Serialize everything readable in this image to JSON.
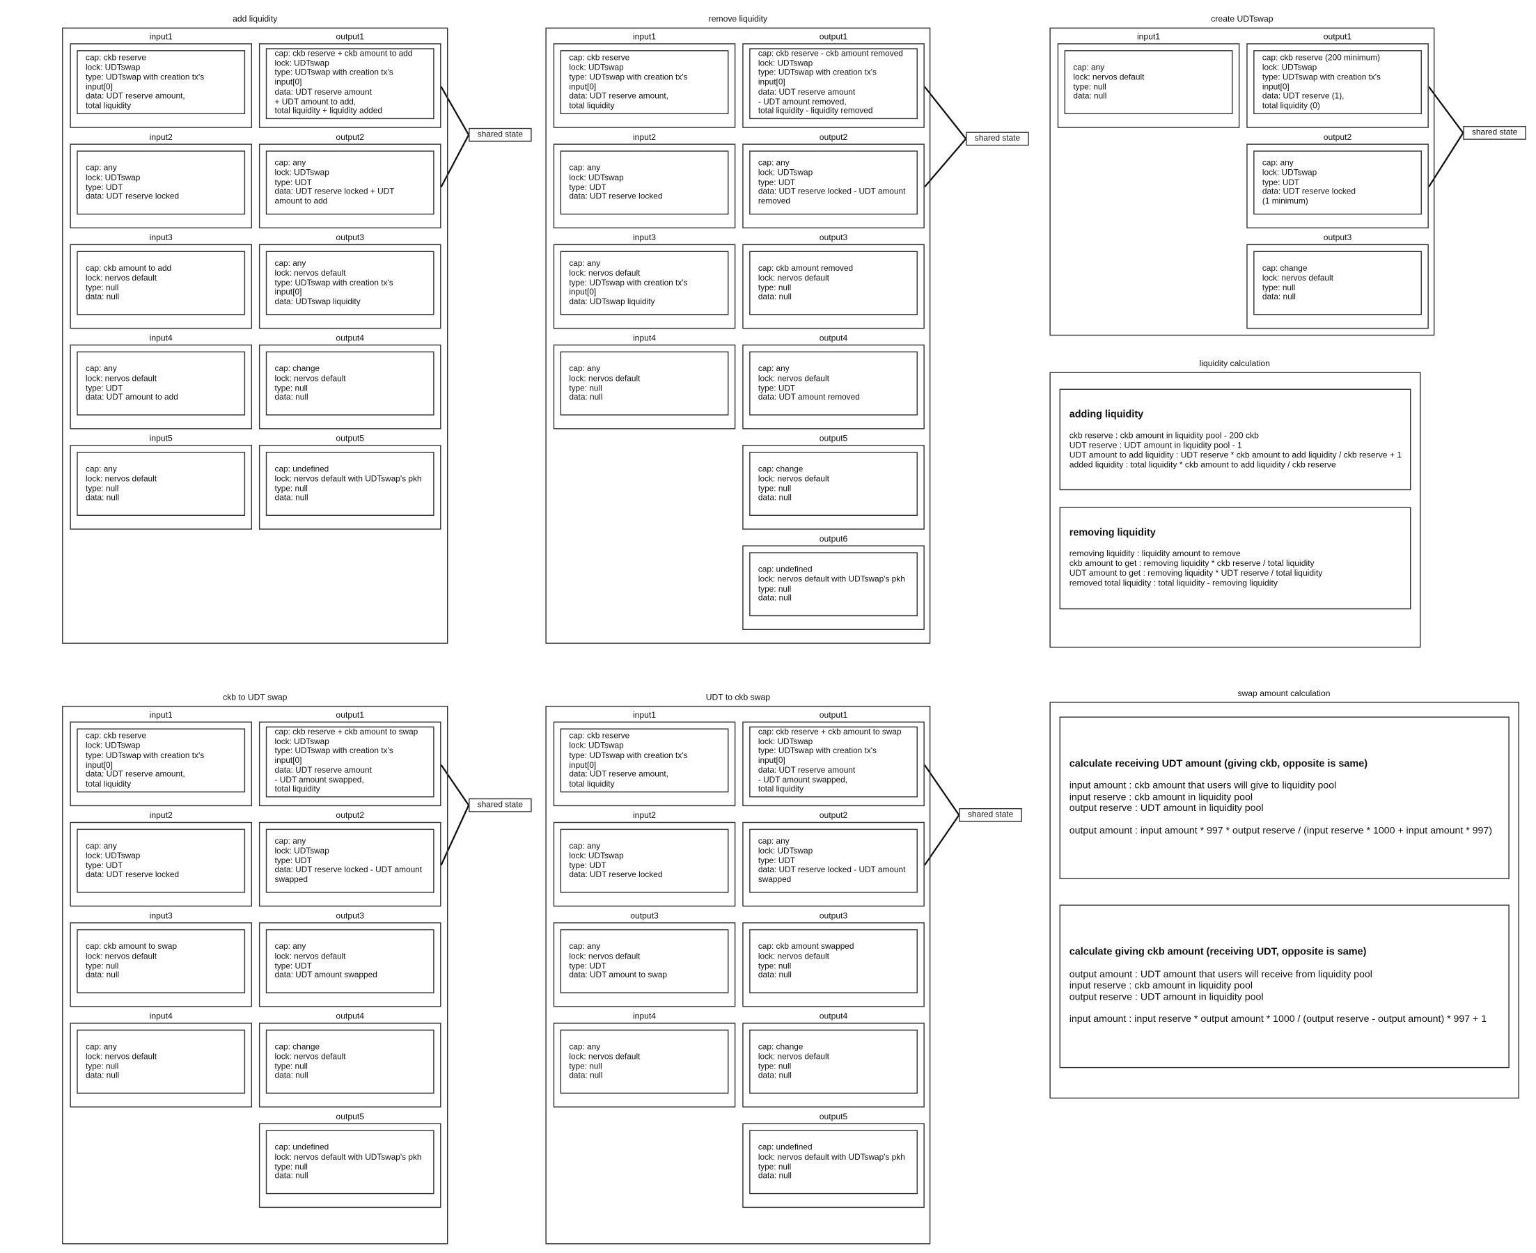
{
  "shared_state_label": "shared state",
  "panels": {
    "add": {
      "title": "add liquidity",
      "inputs": [
        {
          "label": "input1",
          "lines": [
            "cap: ckb reserve",
            "lock: UDTswap",
            "type: UDTswap with creation tx's",
            "input[0]",
            "data: UDT reserve amount,",
            "total liquidity"
          ]
        },
        {
          "label": "input2",
          "lines": [
            "cap: any",
            "lock: UDTswap",
            "type: UDT",
            "data: UDT reserve locked"
          ]
        },
        {
          "label": "input3",
          "lines": [
            "cap: ckb amount to add",
            "lock: nervos default",
            "type: null",
            "data: null"
          ]
        },
        {
          "label": "input4",
          "lines": [
            "cap: any",
            "lock: nervos default",
            "type: UDT",
            "data: UDT amount to add"
          ]
        },
        {
          "label": "input5",
          "lines": [
            "cap: any",
            "lock: nervos default",
            "type: null",
            "data: null"
          ]
        }
      ],
      "outputs": [
        {
          "label": "output1",
          "lines": [
            "cap: ckb reserve + ckb amount to add",
            "lock: UDTswap",
            "type: UDTswap with creation tx's",
            "input[0]",
            "data: UDT reserve amount",
            "+ UDT amount to add,",
            "total liquidity + liquidity added"
          ]
        },
        {
          "label": "output2",
          "lines": [
            "cap: any",
            "lock: UDTswap",
            "type: UDT",
            "data: UDT reserve locked + UDT",
            "amount to add"
          ]
        },
        {
          "label": "output3",
          "lines": [
            "cap: any",
            "lock: nervos default",
            "type: UDTswap with creation tx's",
            "input[0]",
            "data: UDTswap liquidity"
          ]
        },
        {
          "label": "output4",
          "lines": [
            "cap: change",
            "lock: nervos default",
            "type: null",
            "data: null"
          ]
        },
        {
          "label": "output5",
          "lines": [
            "cap: undefined",
            "lock: nervos default with UDTswap's pkh",
            "type: null",
            "data: null"
          ]
        }
      ]
    },
    "remove": {
      "title": "remove liquidity",
      "inputs": [
        {
          "label": "input1",
          "lines": [
            "cap: ckb reserve",
            "lock: UDTswap",
            "type: UDTswap with creation tx's",
            "input[0]",
            "data: UDT reserve amount,",
            "total liquidity"
          ]
        },
        {
          "label": "input2",
          "lines": [
            "cap: any",
            "lock: UDTswap",
            "type: UDT",
            "data: UDT reserve locked"
          ]
        },
        {
          "label": "input3",
          "lines": [
            "cap: any",
            "lock: nervos default",
            "type: UDTswap with creation tx's",
            "input[0]",
            "data: UDTswap liquidity"
          ]
        },
        {
          "label": "input4",
          "lines": [
            "cap: any",
            "lock: nervos default",
            "type: null",
            "data: null"
          ]
        }
      ],
      "outputs": [
        {
          "label": "output1",
          "lines": [
            "cap: ckb reserve - ckb amount removed",
            "lock: UDTswap",
            "type: UDTswap with creation tx's",
            "input[0]",
            "data: UDT reserve amount",
            "- UDT amount removed,",
            "total liquidity - liquidity removed"
          ]
        },
        {
          "label": "output2",
          "lines": [
            "cap: any",
            "lock: UDTswap",
            "type: UDT",
            "data: UDT reserve locked - UDT amount",
            "removed"
          ]
        },
        {
          "label": "output3",
          "lines": [
            "cap: ckb amount removed",
            "lock: nervos default",
            "type: null",
            "data: null"
          ]
        },
        {
          "label": "output4",
          "lines": [
            "cap: any",
            "lock: nervos default",
            "type: UDT",
            "data: UDT amount removed"
          ]
        },
        {
          "label": "output5",
          "lines": [
            "cap: change",
            "lock: nervos default",
            "type: null",
            "data: null"
          ]
        },
        {
          "label": "output6",
          "lines": [
            "cap: undefined",
            "lock: nervos default with UDTswap's pkh",
            "type: null",
            "data: null"
          ]
        }
      ]
    },
    "create": {
      "title": "create UDTswap",
      "inputs": [
        {
          "label": "input1",
          "lines": [
            "cap: any",
            "lock: nervos default",
            "type: null",
            "data: null"
          ]
        }
      ],
      "outputs": [
        {
          "label": "output1",
          "lines": [
            "cap: ckb reserve (200 minimum)",
            "lock: UDTswap",
            "type: UDTswap with creation tx's",
            "input[0]",
            "data: UDT reserve (1),",
            "total liquidity (0)"
          ]
        },
        {
          "label": "output2",
          "lines": [
            "cap: any",
            "lock: UDTswap",
            "type: UDT",
            "data: UDT reserve locked",
            "(1 minimum)"
          ]
        },
        {
          "label": "output3",
          "lines": [
            "cap: change",
            "lock: nervos default",
            "type: null",
            "data: null"
          ]
        }
      ]
    },
    "c2u": {
      "title": "ckb to UDT swap",
      "inputs": [
        {
          "label": "input1",
          "lines": [
            "cap: ckb reserve",
            "lock: UDTswap",
            "type: UDTswap with creation tx's",
            "input[0]",
            "data: UDT reserve amount,",
            "total liquidity"
          ]
        },
        {
          "label": "input2",
          "lines": [
            "cap: any",
            "lock: UDTswap",
            "type: UDT",
            "data: UDT reserve locked"
          ]
        },
        {
          "label": "input3",
          "lines": [
            "cap: ckb amount to swap",
            "lock: nervos default",
            "type: null",
            "data: null"
          ]
        },
        {
          "label": "input4",
          "lines": [
            "cap: any",
            "lock: nervos default",
            "type: null",
            "data: null"
          ]
        }
      ],
      "outputs": [
        {
          "label": "output1",
          "lines": [
            "cap: ckb reserve + ckb amount to swap",
            "lock: UDTswap",
            "type: UDTswap with creation tx's",
            "input[0]",
            "data: UDT reserve amount",
            "- UDT amount swapped,",
            "total liquidity"
          ]
        },
        {
          "label": "output2",
          "lines": [
            "cap: any",
            "lock: UDTswap",
            "type: UDT",
            "data: UDT reserve locked - UDT amount",
            "swapped"
          ]
        },
        {
          "label": "output3",
          "lines": [
            "cap: any",
            "lock: nervos default",
            "type: UDT",
            "data: UDT amount swapped"
          ]
        },
        {
          "label": "output4",
          "lines": [
            "cap: change",
            "lock: nervos default",
            "type: null",
            "data: null"
          ]
        },
        {
          "label": "output5",
          "lines": [
            "cap: undefined",
            "lock: nervos default with UDTswap's pkh",
            "type: null",
            "data: null"
          ]
        }
      ]
    },
    "u2c": {
      "title": "UDT to ckb swap",
      "inputs": [
        {
          "label": "input1",
          "lines": [
            "cap: ckb reserve",
            "lock: UDTswap",
            "type: UDTswap with creation tx's",
            "input[0]",
            "data: UDT reserve amount,",
            "total liquidity"
          ]
        },
        {
          "label": "input2",
          "lines": [
            "cap: any",
            "lock: UDTswap",
            "type: UDT",
            "data: UDT reserve locked"
          ]
        },
        {
          "label": "output3",
          "lines": [
            "cap: any",
            "lock: nervos default",
            "type: UDT",
            "data: UDT amount to swap"
          ]
        },
        {
          "label": "input4",
          "lines": [
            "cap: any",
            "lock: nervos default",
            "type: null",
            "data: null"
          ]
        }
      ],
      "outputs": [
        {
          "label": "output1",
          "lines": [
            "cap: ckb reserve + ckb amount to swap",
            "lock: UDTswap",
            "type: UDTswap with creation tx's",
            "input[0]",
            "data: UDT reserve amount",
            "- UDT amount swapped,",
            "total liquidity"
          ]
        },
        {
          "label": "output2",
          "lines": [
            "cap: any",
            "lock: UDTswap",
            "type: UDT",
            "data: UDT reserve locked - UDT amount",
            "swapped"
          ]
        },
        {
          "label": "output3",
          "lines": [
            "cap: ckb amount swapped",
            "lock: nervos default",
            "type: null",
            "data: null"
          ]
        },
        {
          "label": "output4",
          "lines": [
            "cap: change",
            "lock: nervos default",
            "type: null",
            "data: null"
          ]
        },
        {
          "label": "output5",
          "lines": [
            "cap: undefined",
            "lock: nervos default with UDTswap's pkh",
            "type: null",
            "data: null"
          ]
        }
      ]
    }
  },
  "liquidity_calc": {
    "title": "liquidity calculation",
    "adding": {
      "heading": "adding liquidity",
      "lines": [
        "ckb reserve : ckb amount in liquidity pool - 200 ckb",
        "UDT reserve : UDT amount in liquidity pool - 1",
        "UDT amount to add liquidity : UDT reserve * ckb amount to add liquidity / ckb reserve + 1",
        "added liquidity : total liquidity * ckb amount to add liquidity / ckb reserve"
      ]
    },
    "removing": {
      "heading": "removing liquidity",
      "lines": [
        "removing liquidity : liquidity amount to remove",
        "ckb amount to get : removing liquidity * ckb reserve / total liquidity",
        "UDT amount to get : removing liquidity * UDT reserve / total liquidity",
        "removed total liquidity : total liquidity - removing liquidity"
      ]
    }
  },
  "swap_calc": {
    "title": "swap amount calculation",
    "receiving": {
      "heading": "calculate receiving UDT amount (giving ckb, opposite is same)",
      "lines": [
        "input amount : ckb amount that users will give to liquidity pool",
        "input reserve : ckb amount in liquidity pool",
        "output reserve : UDT amount in liquidity pool"
      ],
      "formula": "output amount : input amount * 997 * output reserve / (input reserve * 1000 + input amount * 997)"
    },
    "giving": {
      "heading": "calculate giving ckb amount (receiving UDT, opposite is same)",
      "lines": [
        "output amount : UDT amount that users will receive from liquidity pool",
        "input reserve : ckb amount in liquidity pool",
        "output reserve : UDT amount in liquidity pool"
      ],
      "formula": "input amount : input reserve * output amount * 1000 / (output reserve - output amount) * 997 + 1"
    }
  }
}
